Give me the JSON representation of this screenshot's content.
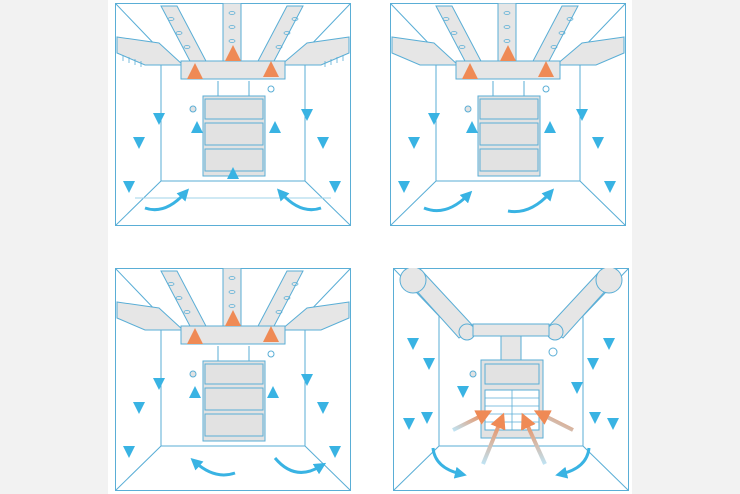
{
  "colors": {
    "outline": "#5aaed6",
    "wall_line": "#7cc3e3",
    "duct_fill": "#e6e6e6",
    "unit_fill": "#e2e2e2",
    "cool_air": "#39b3e3",
    "warm_air": "#ef8a55"
  },
  "panels": [
    {
      "label": "",
      "variant": "standard-ducts"
    },
    {
      "label": "",
      "variant": "standard-ducts"
    },
    {
      "label": "",
      "variant": "standard-ducts"
    },
    {
      "label": "",
      "variant": "round-ducts"
    }
  ],
  "icon_names": [
    "supply-duct-icon",
    "cabinet-unit-icon",
    "air-flow-arrow-icon",
    "damper-valve-icon"
  ]
}
